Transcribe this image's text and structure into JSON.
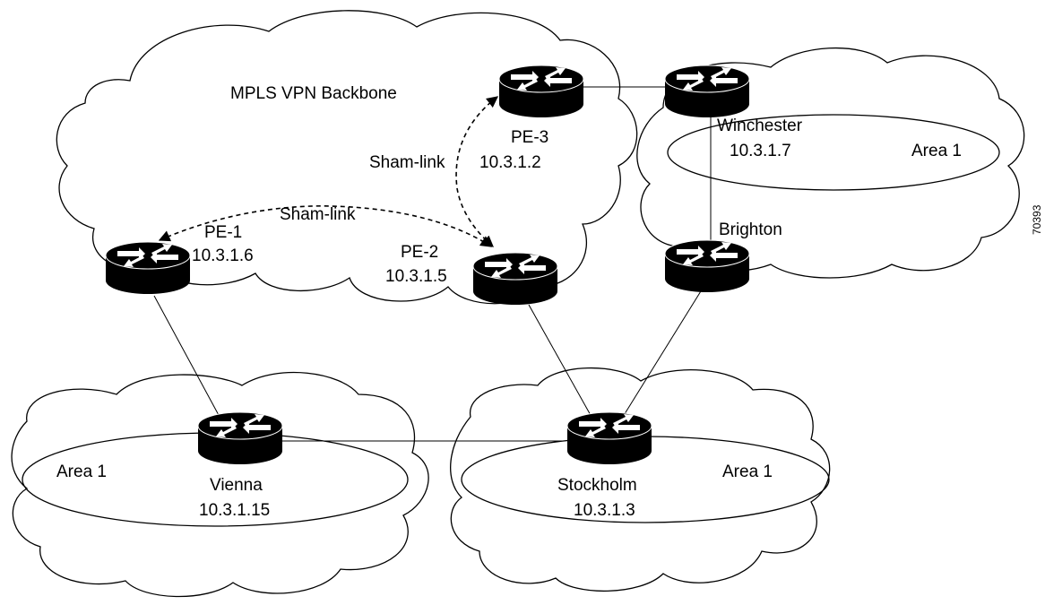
{
  "backbone": {
    "label": "MPLS VPN Backbone"
  },
  "routers": {
    "pe1": {
      "name": "PE-1",
      "ip": "10.3.1.6"
    },
    "pe2": {
      "name": "PE-2",
      "ip": "10.3.1.5"
    },
    "pe3": {
      "name": "PE-3",
      "ip": "10.3.1.2"
    },
    "winchester": {
      "name": "Winchester",
      "ip": "10.3.1.7"
    },
    "brighton": {
      "name": "Brighton"
    },
    "vienna": {
      "name": "Vienna",
      "ip": "10.3.1.15"
    },
    "stockholm": {
      "name": "Stockholm",
      "ip": "10.3.1.3"
    }
  },
  "sham_links": [
    "Sham-link",
    "Sham-link"
  ],
  "areas": {
    "winchester_site": "Area 1",
    "vienna_site": "Area 1",
    "stockholm_site": "Area 1"
  },
  "figure_id": "70393"
}
